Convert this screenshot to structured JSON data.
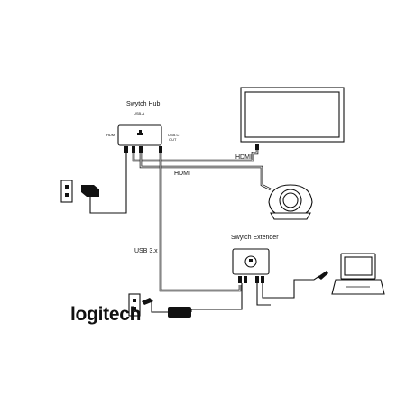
{
  "diagram": {
    "hub": {
      "title": "Swytch Hub",
      "port_top": "USB-A",
      "port_left": "HDMI",
      "port_right": "USB-C",
      "port_sub": "OUT"
    },
    "extender": {
      "title": "Swytch Extender"
    },
    "cables": {
      "hdmi_display": "HDMI",
      "hdmi_camera": "HDMI",
      "usb": "USB 3.x"
    },
    "brand": {
      "logo": "logitech"
    }
  }
}
